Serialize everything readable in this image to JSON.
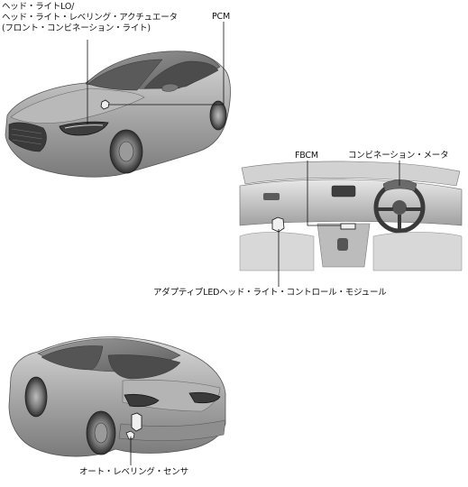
{
  "labels": {
    "headlight_line1": "ヘッド・ライトLO/",
    "headlight_line2": "ヘッド・ライト・レベリング・アクチュエータ",
    "headlight_line3": "(フロント・コンビネーション・ライト)",
    "pcm": "PCM",
    "fbcm": "FBCM",
    "combination_meter": "コンビネーション・メータ",
    "adaptive_led_module": "アダプティブLEDヘッド・ライト・コントロール・モジュール",
    "auto_leveling_sensor": "オート・レベリング・センサ"
  },
  "colors": {
    "body_dark": "#6e6e6e",
    "body_mid": "#9a9a9a",
    "body_light": "#cfcfcf",
    "glass": "#4a4a4a",
    "line": "#111111"
  }
}
